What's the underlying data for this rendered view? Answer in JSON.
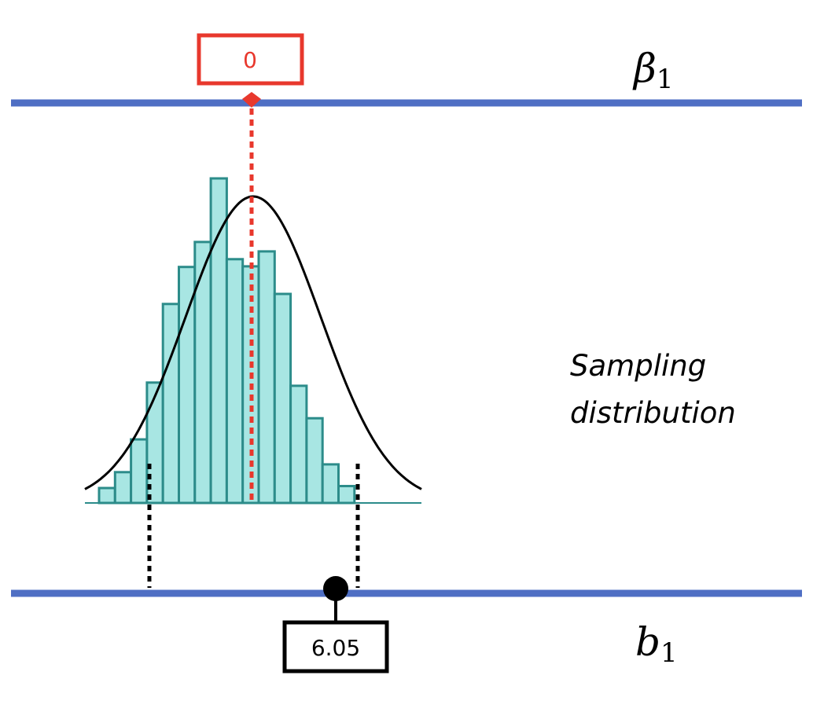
{
  "param_box": {
    "value": "0",
    "color": "#e8382d"
  },
  "stat_box": {
    "value": "6.05",
    "color": "#000000"
  },
  "top_line_label": {
    "main": "β",
    "subscript": "1"
  },
  "bottom_line_label": {
    "main": "b",
    "subscript": "1"
  },
  "caption": {
    "line1": "Sampling",
    "line2": "distribution"
  },
  "colors": {
    "axis_line": "#4f6fc4",
    "bar_fill": "#a8e6e3",
    "bar_stroke": "#2c8c8a",
    "curve": "#000000",
    "cutoff": "#000000"
  },
  "chart_data": {
    "type": "bar",
    "relative_heights": [
      0.046,
      0.095,
      0.196,
      0.371,
      0.613,
      0.727,
      0.804,
      1.0,
      0.751,
      0.729,
      0.775,
      0.644,
      0.361,
      0.261,
      0.119,
      0.052
    ],
    "curve": "normal",
    "mean": 0
  }
}
